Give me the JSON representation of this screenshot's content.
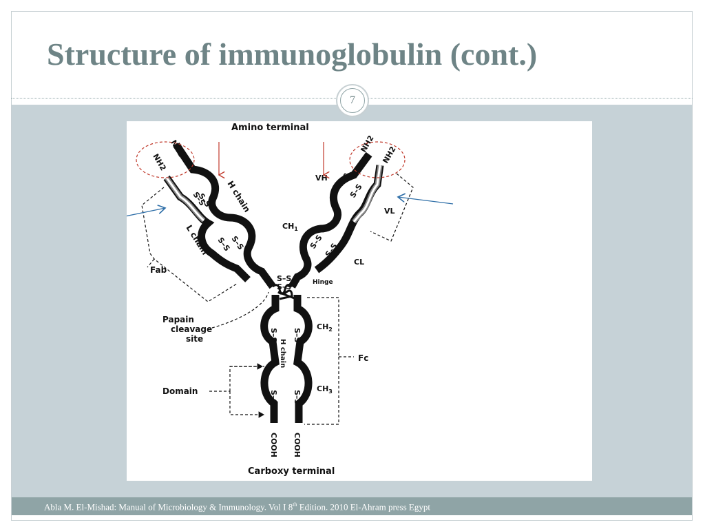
{
  "slide": {
    "title": "Structure of immunoglobulin (cont.)",
    "page_number": "7"
  },
  "footer": {
    "text_before": "Abla M. El-Mishad: Manual of Microbiology & Immunology. Vol I 8",
    "sup": "th",
    "text_after": " Edition. 2010 El-Ahram press Egypt"
  },
  "diagram": {
    "amino_terminal": "Amino    terminal",
    "carboxy_terminal": "Carboxy  terminal",
    "nh2": "NH2",
    "h_chain": "H chain",
    "l_chain": "L chain",
    "vh": "VH",
    "vl": "VL",
    "ch1": "CH",
    "ch1_sub": "1",
    "cl": "CL",
    "ch2": "CH",
    "ch2_sub": "2",
    "ch3": "CH",
    "ch3_sub": "3",
    "hinge": "Hinge",
    "fab": "Fab",
    "fc": "Fc",
    "papain": [
      "Papain",
      "cleavage",
      "site"
    ],
    "domain": "Domain",
    "h_chain_stem": "H chain",
    "cooh": "COOH",
    "disulfide": "S–S",
    "disulfide_v": "S",
    "colors": {
      "heavy_chain": "#111111",
      "marker_red": "#c0392b",
      "arrow_blue": "#2f6fa8",
      "band": "#c6d2d7",
      "title": "#6e8486"
    }
  }
}
